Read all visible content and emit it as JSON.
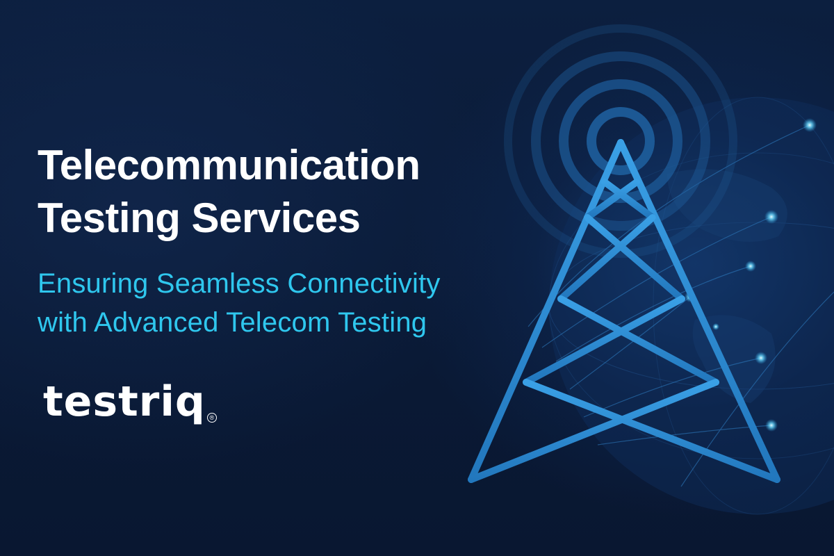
{
  "headline": {
    "line1": "Telecommunication",
    "line2": "Testing Services"
  },
  "subheadline": {
    "line1": "Ensuring Seamless Connectivity",
    "line2": "with Advanced Telecom Testing"
  },
  "brand": {
    "name": "testriq",
    "registered_mark": "®"
  },
  "colors": {
    "background": "#0a1a35",
    "headline": "#ffffff",
    "subheadline": "#2fc7ee",
    "tower": "#2b8fd6",
    "glow": "#7fe3ff"
  },
  "icons": {
    "tower": "cell-tower-icon",
    "signal": "signal-waves-icon",
    "globe": "globe-icon"
  }
}
